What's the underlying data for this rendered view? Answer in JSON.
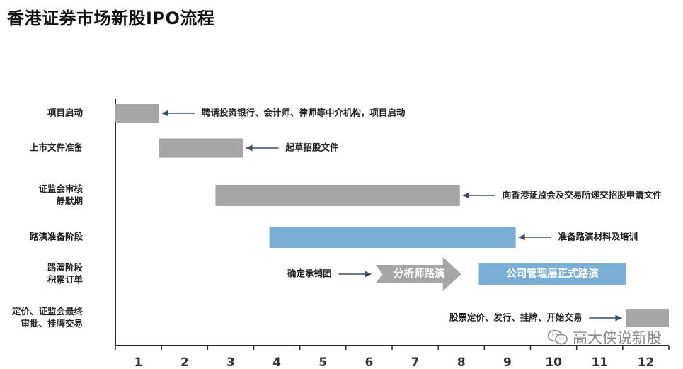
{
  "title": "香港证券市场新股IPO流程",
  "watermark": "高大侠说新股",
  "colors": {
    "gray": "#a7a6a6",
    "blue": "#7aaed2",
    "axis": "#2b2b2b",
    "arrow": "#3f4a6b",
    "text": "#222222"
  },
  "chart_data": {
    "type": "gantt",
    "title": "香港证券市场新股IPO流程",
    "x_ticks": [
      "1",
      "2",
      "3",
      "4",
      "5",
      "6",
      "7",
      "8",
      "9",
      "10",
      "11",
      "12"
    ],
    "rows": [
      {
        "label": [
          "项目启动"
        ],
        "bars": [
          {
            "start": 0.5,
            "end": 1.45,
            "color": "gray"
          }
        ],
        "annotations": [
          {
            "text": "聘请投资银行、会计师、律师等中介机构，项目启动",
            "side": "right",
            "after": 1.45
          }
        ]
      },
      {
        "label": [
          "上市文件准备"
        ],
        "bars": [
          {
            "start": 1.45,
            "end": 3.27,
            "color": "gray"
          }
        ],
        "annotations": [
          {
            "text": "起草招股文件",
            "side": "right",
            "after": 3.27
          }
        ]
      },
      {
        "label": [
          "证监会审核",
          "静默期"
        ],
        "bars": [
          {
            "start": 2.67,
            "end": 7.97,
            "color": "gray"
          }
        ],
        "annotations": [
          {
            "text": "向香港证监会及交易所递交招股申请文件",
            "side": "right",
            "after": 7.97
          }
        ]
      },
      {
        "label": [
          "路演准备阶段"
        ],
        "bars": [
          {
            "start": 3.84,
            "end": 9.18,
            "color": "blue"
          }
        ],
        "annotations": [
          {
            "text": "准备路演材料及培训",
            "side": "right",
            "after": 9.18
          }
        ]
      },
      {
        "label": [
          "路演阶段",
          "积累订单"
        ],
        "bars": [
          {
            "start": 6.14,
            "end": 8.0,
            "color": "gray",
            "shape": "arrow",
            "text": "分析师路演"
          },
          {
            "start": 8.38,
            "end": 11.57,
            "color": "blue",
            "text": "公司管理层正式路演"
          }
        ],
        "annotations": [
          {
            "text": "确定承销团",
            "side": "left",
            "before": 6.14
          }
        ]
      },
      {
        "label": [
          "定价、证监会最终",
          "审批、挂牌交易"
        ],
        "bars": [
          {
            "start": 11.57,
            "end": 12.5,
            "color": "gray"
          }
        ],
        "annotations": [
          {
            "text": "股票定价、发行、挂牌、开始交易",
            "side": "left",
            "before": 11.57
          }
        ]
      }
    ]
  }
}
